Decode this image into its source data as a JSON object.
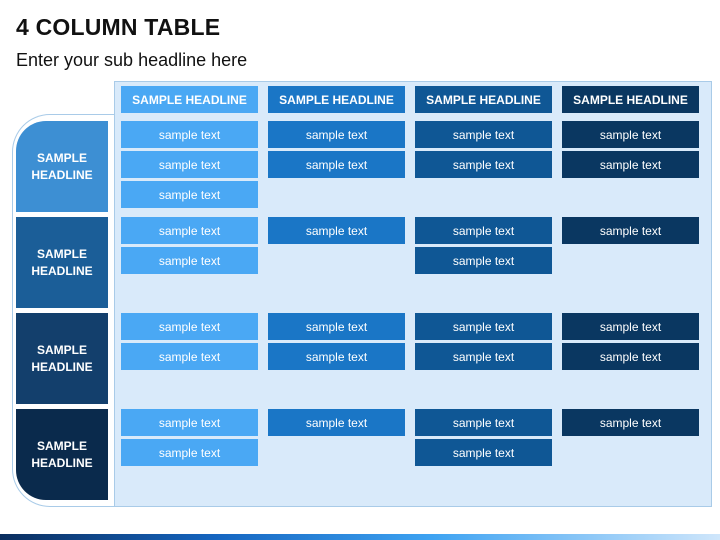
{
  "title": "4 COLUMN TABLE",
  "subtitle": "Enter your sub headline here",
  "colors": {
    "col1": "#4aa8f4",
    "col2": "#1a76c6",
    "col3": "#0f5795",
    "col4": "#0a3761",
    "panel": "#d9eafa"
  },
  "columns": [
    "SAMPLE HEADLINE",
    "SAMPLE HEADLINE",
    "SAMPLE HEADLINE",
    "SAMPLE HEADLINE"
  ],
  "rows": [
    {
      "headline": "SAMPLE HEADLINE",
      "cells": [
        [
          "sample text",
          "sample text",
          "sample text"
        ],
        [
          "sample text",
          "sample text"
        ],
        [
          "sample text",
          "sample text"
        ],
        [
          "sample text",
          "sample text"
        ]
      ]
    },
    {
      "headline": "SAMPLE HEADLINE",
      "cells": [
        [
          "sample text",
          "sample text"
        ],
        [
          "sample text"
        ],
        [
          "sample text",
          "sample text"
        ],
        [
          "sample text"
        ]
      ]
    },
    {
      "headline": "SAMPLE HEADLINE",
      "cells": [
        [
          "sample text",
          "sample text"
        ],
        [
          "sample text",
          "sample text"
        ],
        [
          "sample text",
          "sample text"
        ],
        [
          "sample text",
          "sample text"
        ]
      ]
    },
    {
      "headline": "SAMPLE HEADLINE",
      "cells": [
        [
          "sample text",
          "sample text"
        ],
        [
          "sample text"
        ],
        [
          "sample text",
          "sample text"
        ],
        [
          "sample text"
        ]
      ]
    }
  ]
}
